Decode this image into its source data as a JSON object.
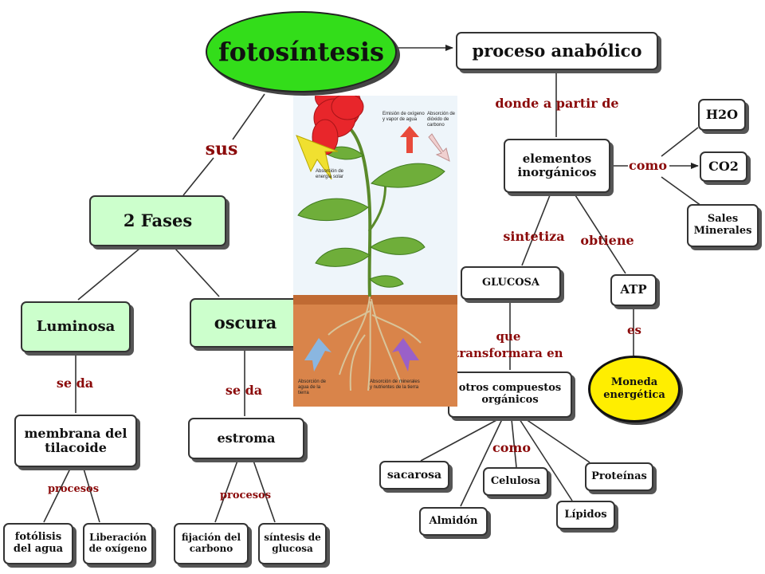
{
  "colors": {
    "title_fill": "#33dd1a",
    "phase_fill": "#ccffcc",
    "currency_fill": "#ffee00",
    "label": "#8b0a0a"
  },
  "title": "fotosíntesis",
  "labels": {
    "sus": "sus",
    "donde": "donde a partir de",
    "como_top": "como",
    "sintetiza": "sintetiza",
    "obtiene": "obtiene",
    "que": "que",
    "transformara": "transformara en",
    "es": "es",
    "se_da_left": "se da",
    "se_da_right": "se da",
    "procesos_left": "procesos",
    "procesos_right": "procesos",
    "como_bottom": "como"
  },
  "nodes": {
    "proceso": "proceso anabólico",
    "fases": "2 Fases",
    "luminosa": "Luminosa",
    "oscura": "oscura",
    "membrana": "membrana del tilacoide",
    "estroma": "estroma",
    "fotolisis": "fotólisis del agua",
    "liberacion": "Liberación de oxígeno",
    "fijacion": "fijación del carbono",
    "sintesis": "síntesis de glucosa",
    "elementos": "elementos inorgánicos",
    "h2o": "H2O",
    "co2": "CO2",
    "sales": "Sales Minerales",
    "glucosa": "GLUCOSA",
    "atp": "ATP",
    "moneda": "Moneda energética",
    "otros": "otros compuestos orgánicos",
    "sacarosa": "sacarosa",
    "celulosa": "Celulosa",
    "proteinas": "Proteínas",
    "almidon": "Almidón",
    "lipidos": "Lípidos"
  },
  "plant_captions": {
    "emision": "Emisión de oxígeno y vapor de agua",
    "absorcion_co2": "Absorción de dióxido de carbono",
    "energia": "Absorción de energía solar",
    "agua": "Absorción de agua de la tierra",
    "minerales": "Absorción de minerales y nutrientes de la tierra"
  }
}
